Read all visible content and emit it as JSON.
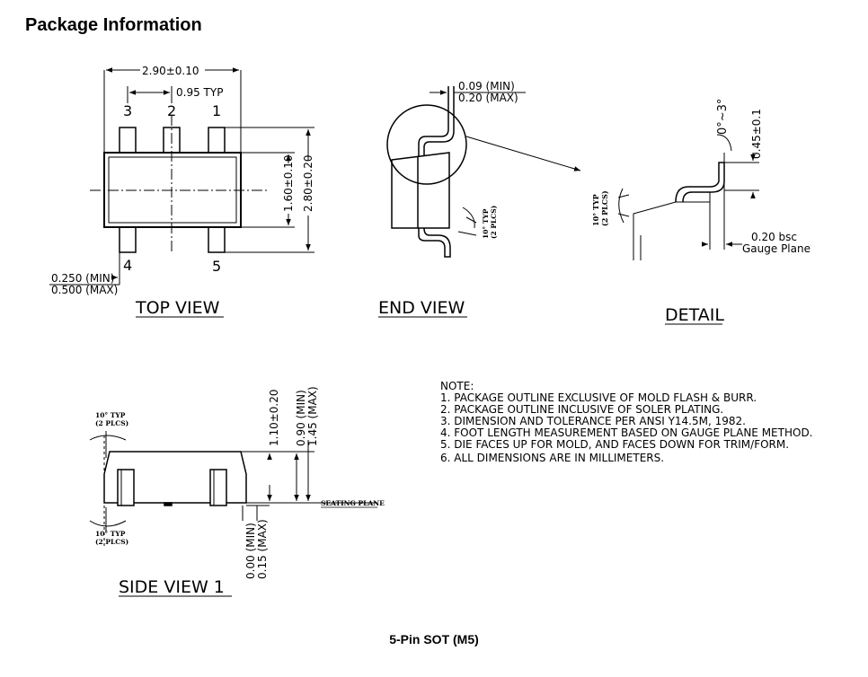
{
  "page": {
    "title": "Package Information",
    "caption": "5-Pin SOT (M5)"
  },
  "top_view": {
    "label": "TOP VIEW",
    "dim_width": "2.90±0.10",
    "dim_pitch": "0.95 TYP",
    "pin1": "1",
    "pin2": "2",
    "pin3": "3",
    "pin4": "4",
    "pin5": "5",
    "dim_body_height": "1.60±0.10",
    "dim_total_height": "2.80±0.20",
    "lead_min": "0.250 (MIN)",
    "lead_max": "0.500 (MAX)"
  },
  "end_view": {
    "label": "END VIEW",
    "lead_min": "0.09 (MIN)",
    "lead_max": "0.20 (MAX)",
    "angle_1": "10° TYP",
    "angle_2": "(2 PLCS)"
  },
  "detail": {
    "label": "DETAIL",
    "angle_range": "0°~3°",
    "foot": "0.45±0.1",
    "angle_1": "10° TYP",
    "angle_2": "(2 PLCS)",
    "bsc": "0.20 bsc",
    "gauge_plane": "Gauge Plane"
  },
  "side_view": {
    "label": "SIDE VIEW 1",
    "top_angle_1": "10° TYP",
    "top_angle_2": "(2 PLCS)",
    "bottom_angle_1": "10° TYP",
    "bottom_angle_2": "(2 PLCS)",
    "dim_height": "1.10±0.20",
    "min_090": "0.90 (MIN)",
    "max_145": "1.45 (MAX)",
    "min_000": "0.00 (MIN)",
    "max_015": "0.15 (MAX)",
    "seating_plane": "SEATING PLANE"
  },
  "notes": {
    "heading": "NOTE:",
    "items": [
      "1. PACKAGE OUTLINE EXCLUSIVE OF MOLD FLASH & BURR.",
      "2. PACKAGE OUTLINE INCLUSIVE OF SOLER PLATING.",
      "3. DIMENSION AND TOLERANCE PER ANSI Y14.5M, 1982.",
      "4. FOOT LENGTH MEASUREMENT BASED ON GAUGE PLANE METHOD.",
      "5. DIE FACES UP FOR MOLD, AND FACES DOWN FOR TRIM/FORM.",
      "6. ALL DIMENSIONS ARE IN MILLIMETERS."
    ]
  }
}
